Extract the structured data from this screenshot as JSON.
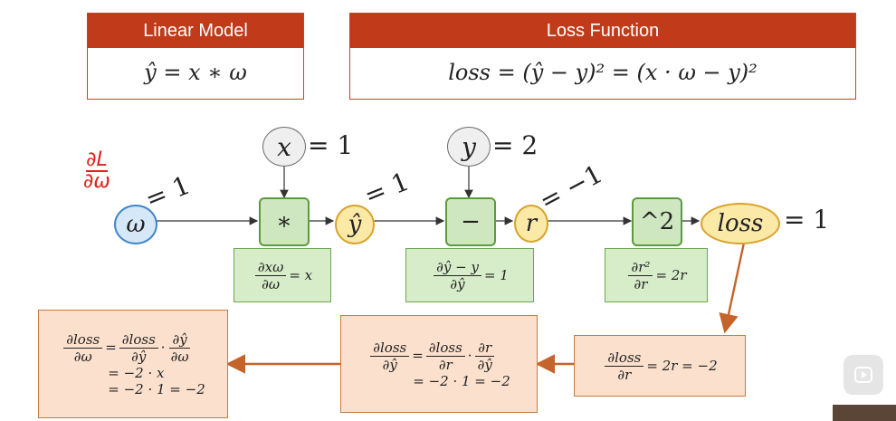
{
  "linear_model": {
    "title": "Linear Model",
    "formula": "ŷ = x ∗ ω"
  },
  "loss_function": {
    "title": "Loss Function",
    "formula": "loss = (ŷ − y)² = (x · ω − y)²"
  },
  "graph": {
    "annotation": {
      "num": "∂L",
      "den": "∂ω"
    },
    "nodes": {
      "x": {
        "label": "x",
        "value": "= 1"
      },
      "y": {
        "label": "y",
        "value": "= 2"
      },
      "omega": {
        "label": "ω",
        "value": "= 1"
      },
      "yhat": {
        "label": "ŷ",
        "value": "= 1"
      },
      "r": {
        "label": "r",
        "value": "= −1"
      },
      "loss": {
        "label": "loss",
        "value": "= 1"
      }
    },
    "ops": {
      "mul": "∗",
      "sub": "−",
      "sq": "^2"
    }
  },
  "local_grads": {
    "mul": {
      "num": "∂xω",
      "den": "∂ω",
      "rhs": "= x"
    },
    "sub": {
      "num": "∂ŷ − y",
      "den": "∂ŷ",
      "rhs": "= 1"
    },
    "sq": {
      "num": "∂r²",
      "den": "∂r",
      "rhs": "= 2r"
    }
  },
  "backprop": {
    "box1": {
      "num": "∂loss",
      "den": "∂r",
      "rhs": "= 2r = −2"
    },
    "box2": {
      "lhs_num": "∂loss",
      "lhs_den": "∂ŷ",
      "a_num": "∂loss",
      "a_den": "∂r",
      "b_num": "∂r",
      "b_den": "∂ŷ",
      "line2": "= −2 · 1 = −2"
    },
    "box3": {
      "lhs_num": "∂loss",
      "lhs_den": "∂ω",
      "a_num": "∂loss",
      "a_den": "∂ŷ",
      "b_num": "∂ŷ",
      "b_den": "∂ω",
      "line2": "= −2 · x",
      "line3": "= −2 · 1 = −2"
    }
  }
}
